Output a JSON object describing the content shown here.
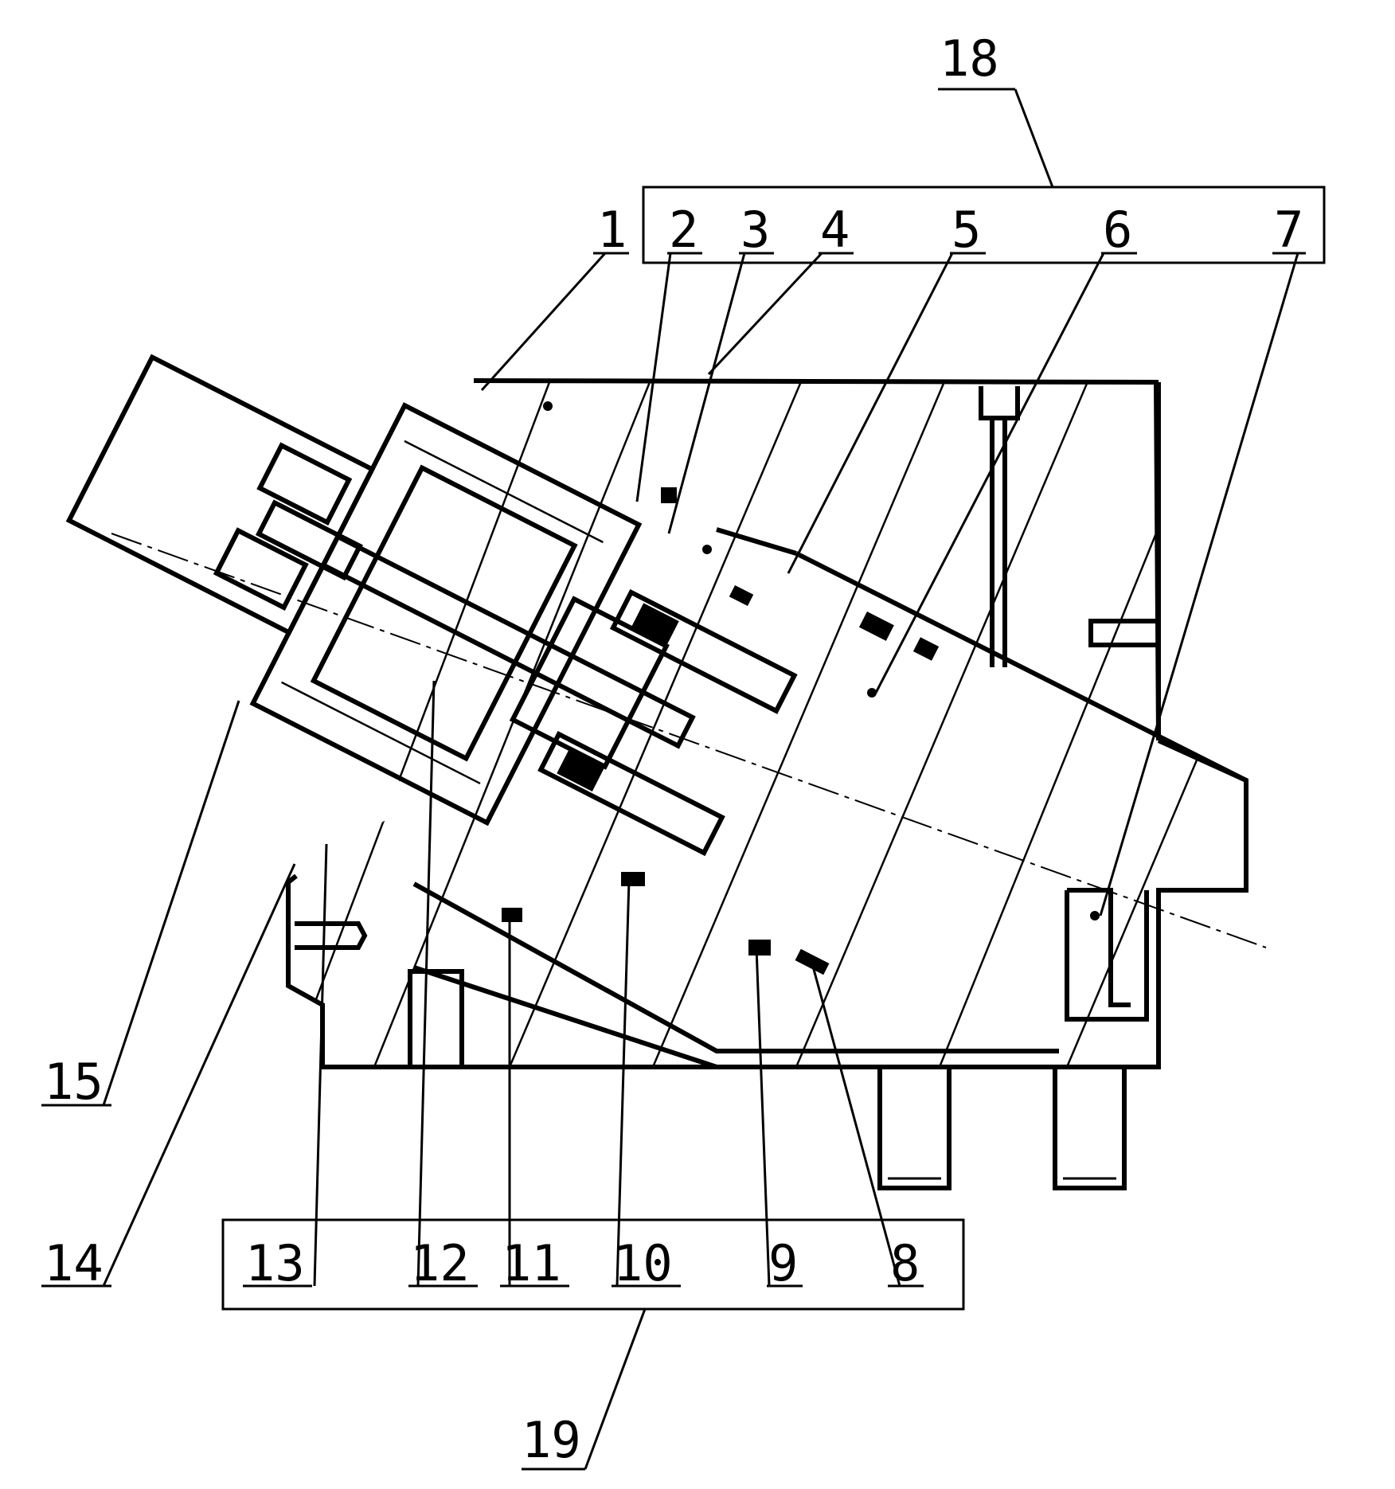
{
  "figure": {
    "part_numbers": [
      "1",
      "2",
      "3",
      "4",
      "5",
      "6",
      "7",
      "8",
      "9",
      "10",
      "11",
      "12",
      "13",
      "14",
      "15",
      "18",
      "19"
    ],
    "top_group_label": "18",
    "bottom_group_label": "19"
  }
}
